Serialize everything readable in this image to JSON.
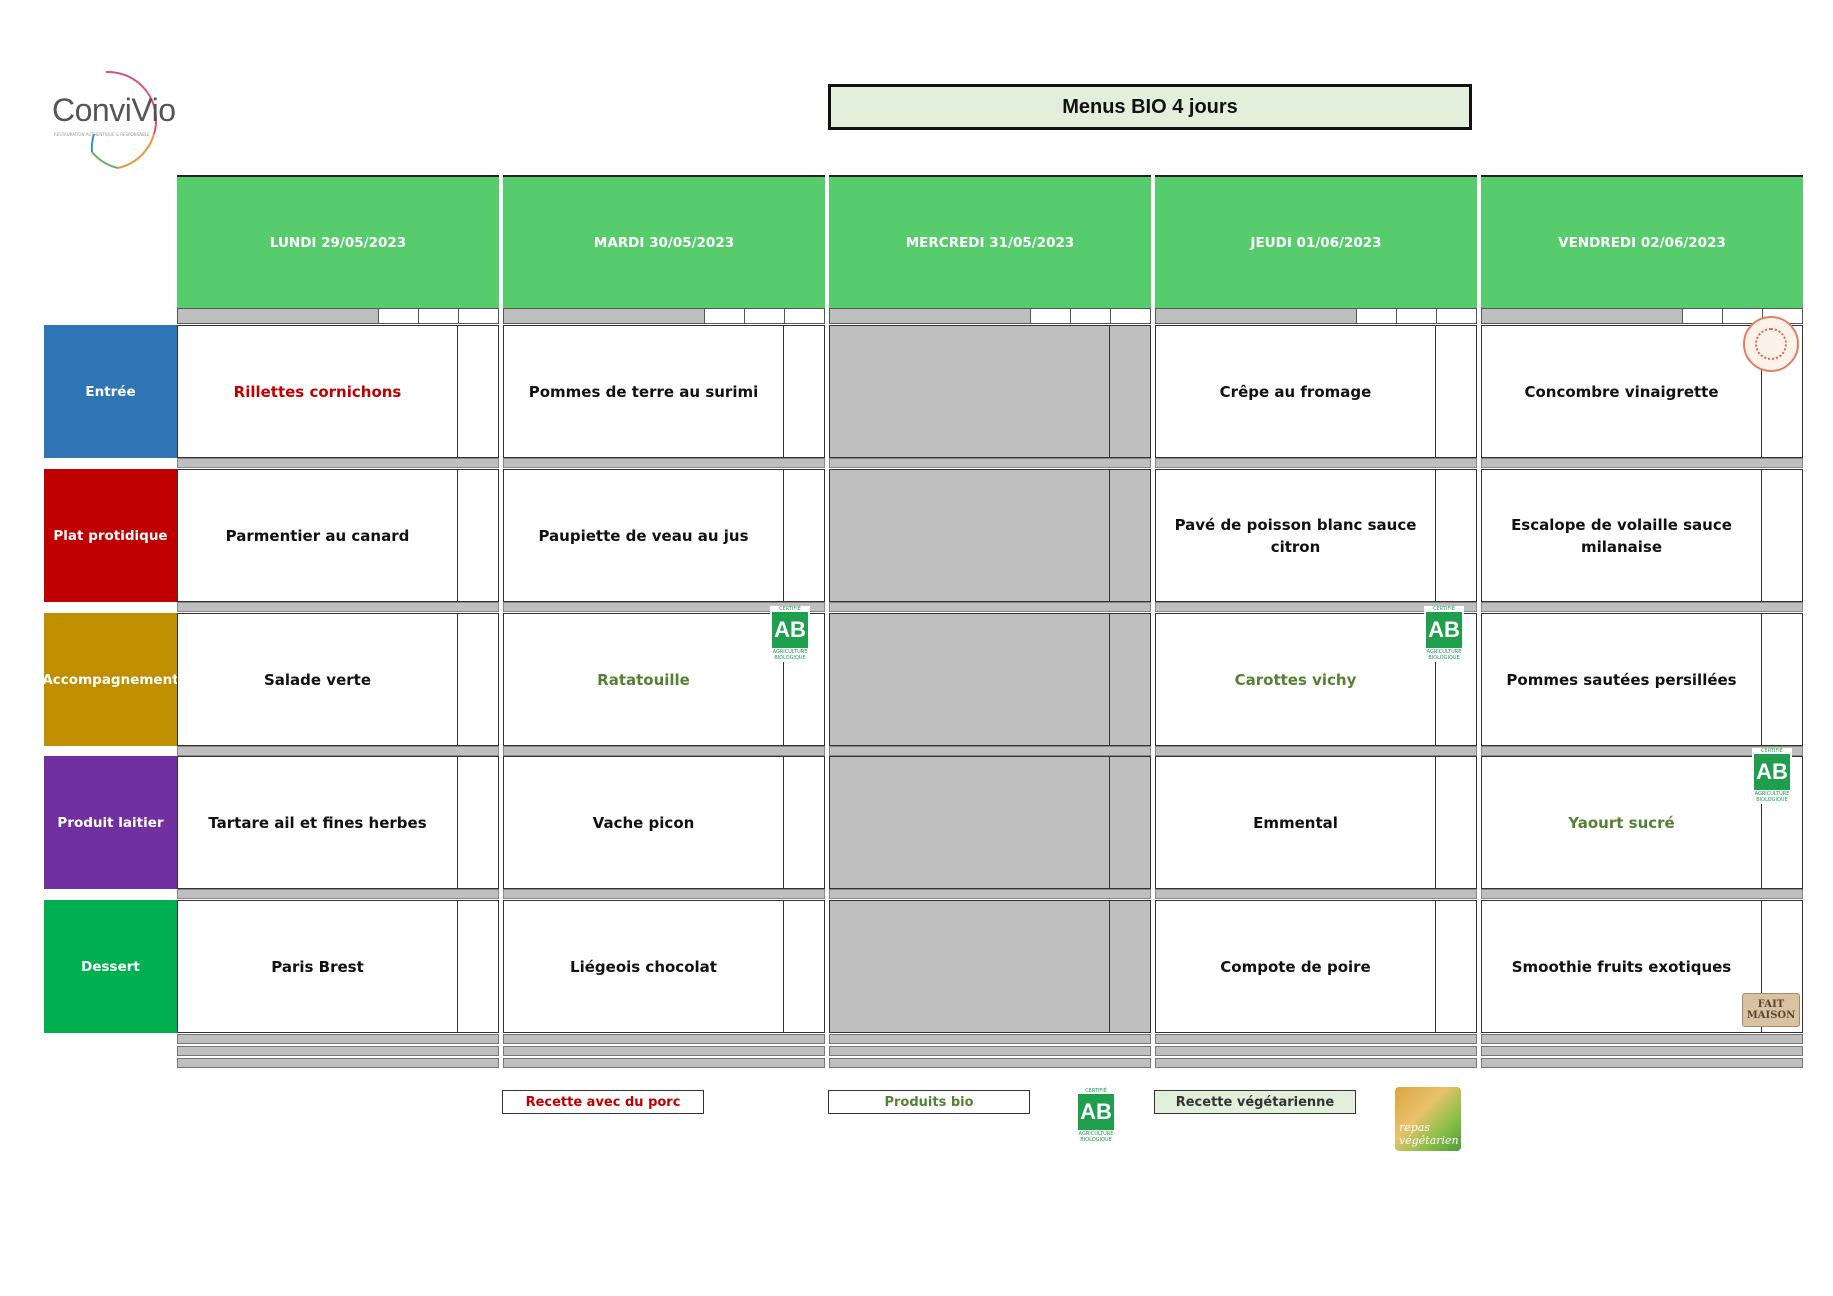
{
  "logo": {
    "name": "ConviVio",
    "tagline": "RESTAURATION AUTHENTIQUE & RESPONSABLE"
  },
  "title": "Menus BIO 4 jours",
  "days": [
    "LUNDI  29/05/2023",
    "MARDI 30/05/2023",
    "MERCREDI 31/05/2023",
    "JEUDI 01/06/2023",
    "VENDREDI 02/06/2023"
  ],
  "categories": [
    {
      "label": "Entrée",
      "color": "#2e75b6"
    },
    {
      "label": "Plat protidique",
      "color": "#c00000"
    },
    {
      "label": "Accompagnement",
      "color": "#bf8f00"
    },
    {
      "label": "Produit laitier",
      "color": "#7030a0"
    },
    {
      "label": "Dessert",
      "color": "#00b050"
    }
  ],
  "menu": [
    [
      "Rillettes cornichons",
      "Pommes de terre au surimi",
      "",
      "Crêpe au fromage",
      "Concombre vinaigrette"
    ],
    [
      "Parmentier au canard",
      "Paupiette de veau au jus",
      "",
      "Pavé de poisson blanc sauce citron",
      "Escalope de volaille sauce milanaise"
    ],
    [
      "Salade verte",
      "Ratatouille",
      "",
      "Carottes vichy",
      "Pommes sautées persillées"
    ],
    [
      "Tartare ail et fines herbes",
      "Vache picon",
      "",
      "Emmental",
      "Yaourt sucré"
    ],
    [
      "Paris Brest",
      "Liégeois chocolat",
      "",
      "Compote de poire",
      "Smoothie fruits exotiques"
    ]
  ],
  "item_styles": {
    "pork_color": "#c00000",
    "bio_color": "#548235",
    "pork_items": [
      "Rillettes cornichons"
    ],
    "bio_items": [
      "Ratatouille",
      "Carottes vichy",
      "Yaourt sucré"
    ]
  },
  "legend": {
    "pork": "Recette avec du porc",
    "bio": "Produits bio",
    "veg": "Recette végétarienne",
    "veg_badge": "repas végétarien",
    "veg_bg": "#e2efda"
  },
  "badges": {
    "ab_text": "AB",
    "ab_top": "CERTIFIÉ",
    "ab_bottom": "AGRICULTURE BIOLOGIQUE",
    "fait_maison": [
      "FAIT",
      "MAISON"
    ]
  }
}
